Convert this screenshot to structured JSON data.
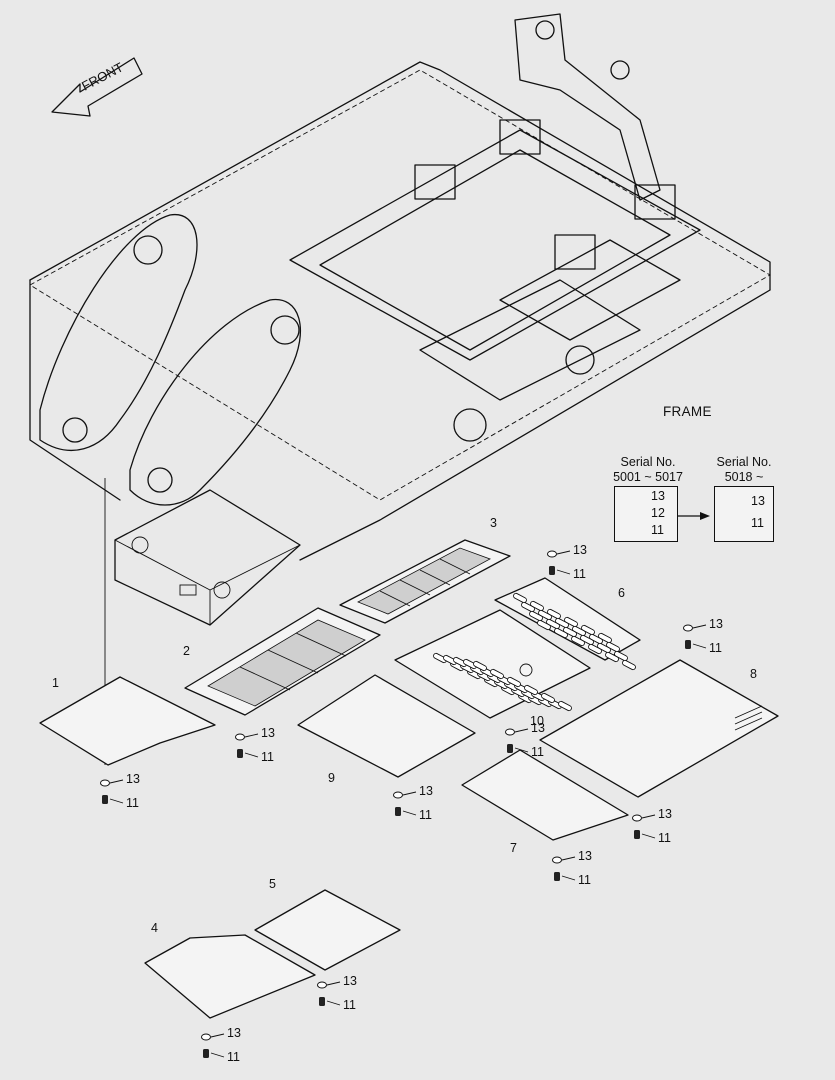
{
  "front_arrow": "FRONT",
  "frame_label": "FRAME",
  "serial_old": {
    "title": "Serial No.",
    "range": "5001 ~ 5017",
    "parts": [
      "13",
      "12",
      "11"
    ]
  },
  "serial_new": {
    "title": "Serial No.",
    "range": "5018 ~",
    "parts": [
      "13",
      "11"
    ]
  },
  "callouts": {
    "p1": "1",
    "p2": "2",
    "p3": "3",
    "p4": "4",
    "p5": "5",
    "p6": "6",
    "p7": "7",
    "p8": "8",
    "p9": "9",
    "p10": "10"
  },
  "fasteners": {
    "washer": "13",
    "bolt": "11"
  }
}
